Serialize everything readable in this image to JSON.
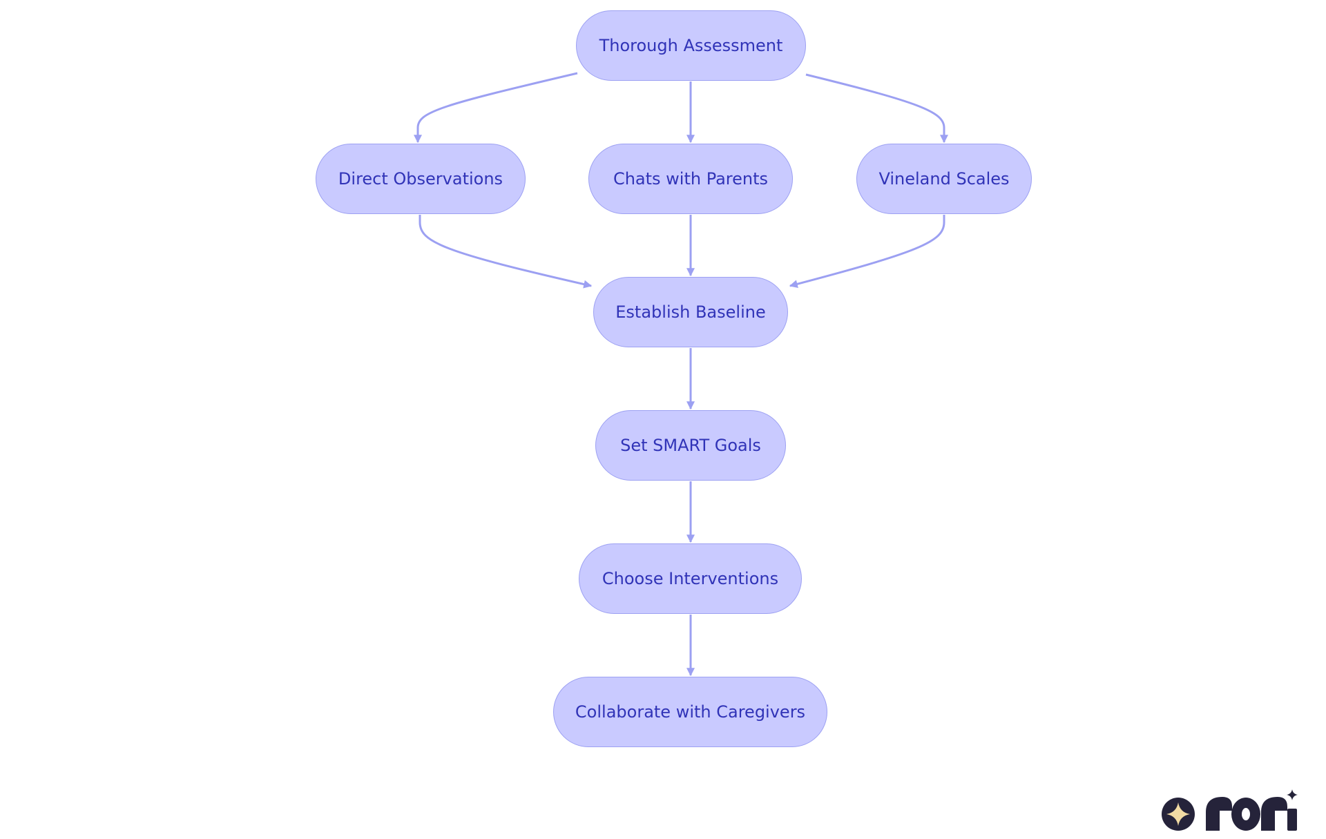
{
  "diagram": {
    "nodes": [
      {
        "id": "thorough-assessment",
        "label": "Thorough Assessment"
      },
      {
        "id": "direct-observations",
        "label": "Direct Observations"
      },
      {
        "id": "chats-with-parents",
        "label": "Chats with Parents"
      },
      {
        "id": "vineland-scales",
        "label": "Vineland Scales"
      },
      {
        "id": "establish-baseline",
        "label": "Establish Baseline"
      },
      {
        "id": "set-smart-goals",
        "label": "Set SMART Goals"
      },
      {
        "id": "choose-interventions",
        "label": "Choose Interventions"
      },
      {
        "id": "collaborate-with-caregivers",
        "label": "Collaborate with Caregivers"
      }
    ],
    "edges": [
      {
        "from": "thorough-assessment",
        "to": "direct-observations"
      },
      {
        "from": "thorough-assessment",
        "to": "chats-with-parents"
      },
      {
        "from": "thorough-assessment",
        "to": "vineland-scales"
      },
      {
        "from": "direct-observations",
        "to": "establish-baseline"
      },
      {
        "from": "chats-with-parents",
        "to": "establish-baseline"
      },
      {
        "from": "vineland-scales",
        "to": "establish-baseline"
      },
      {
        "from": "establish-baseline",
        "to": "set-smart-goals"
      },
      {
        "from": "set-smart-goals",
        "to": "choose-interventions"
      },
      {
        "from": "choose-interventions",
        "to": "collaborate-with-caregivers"
      }
    ],
    "colors": {
      "node_fill": "#c9caff",
      "node_border": "#9ca0f2",
      "node_text": "#3033b7",
      "edge": "#9ca0f2"
    }
  },
  "branding": {
    "logo_icon": "sparkle-icon",
    "logo_colors": {
      "dark": "#25233a",
      "star": "#f2dba4"
    }
  }
}
